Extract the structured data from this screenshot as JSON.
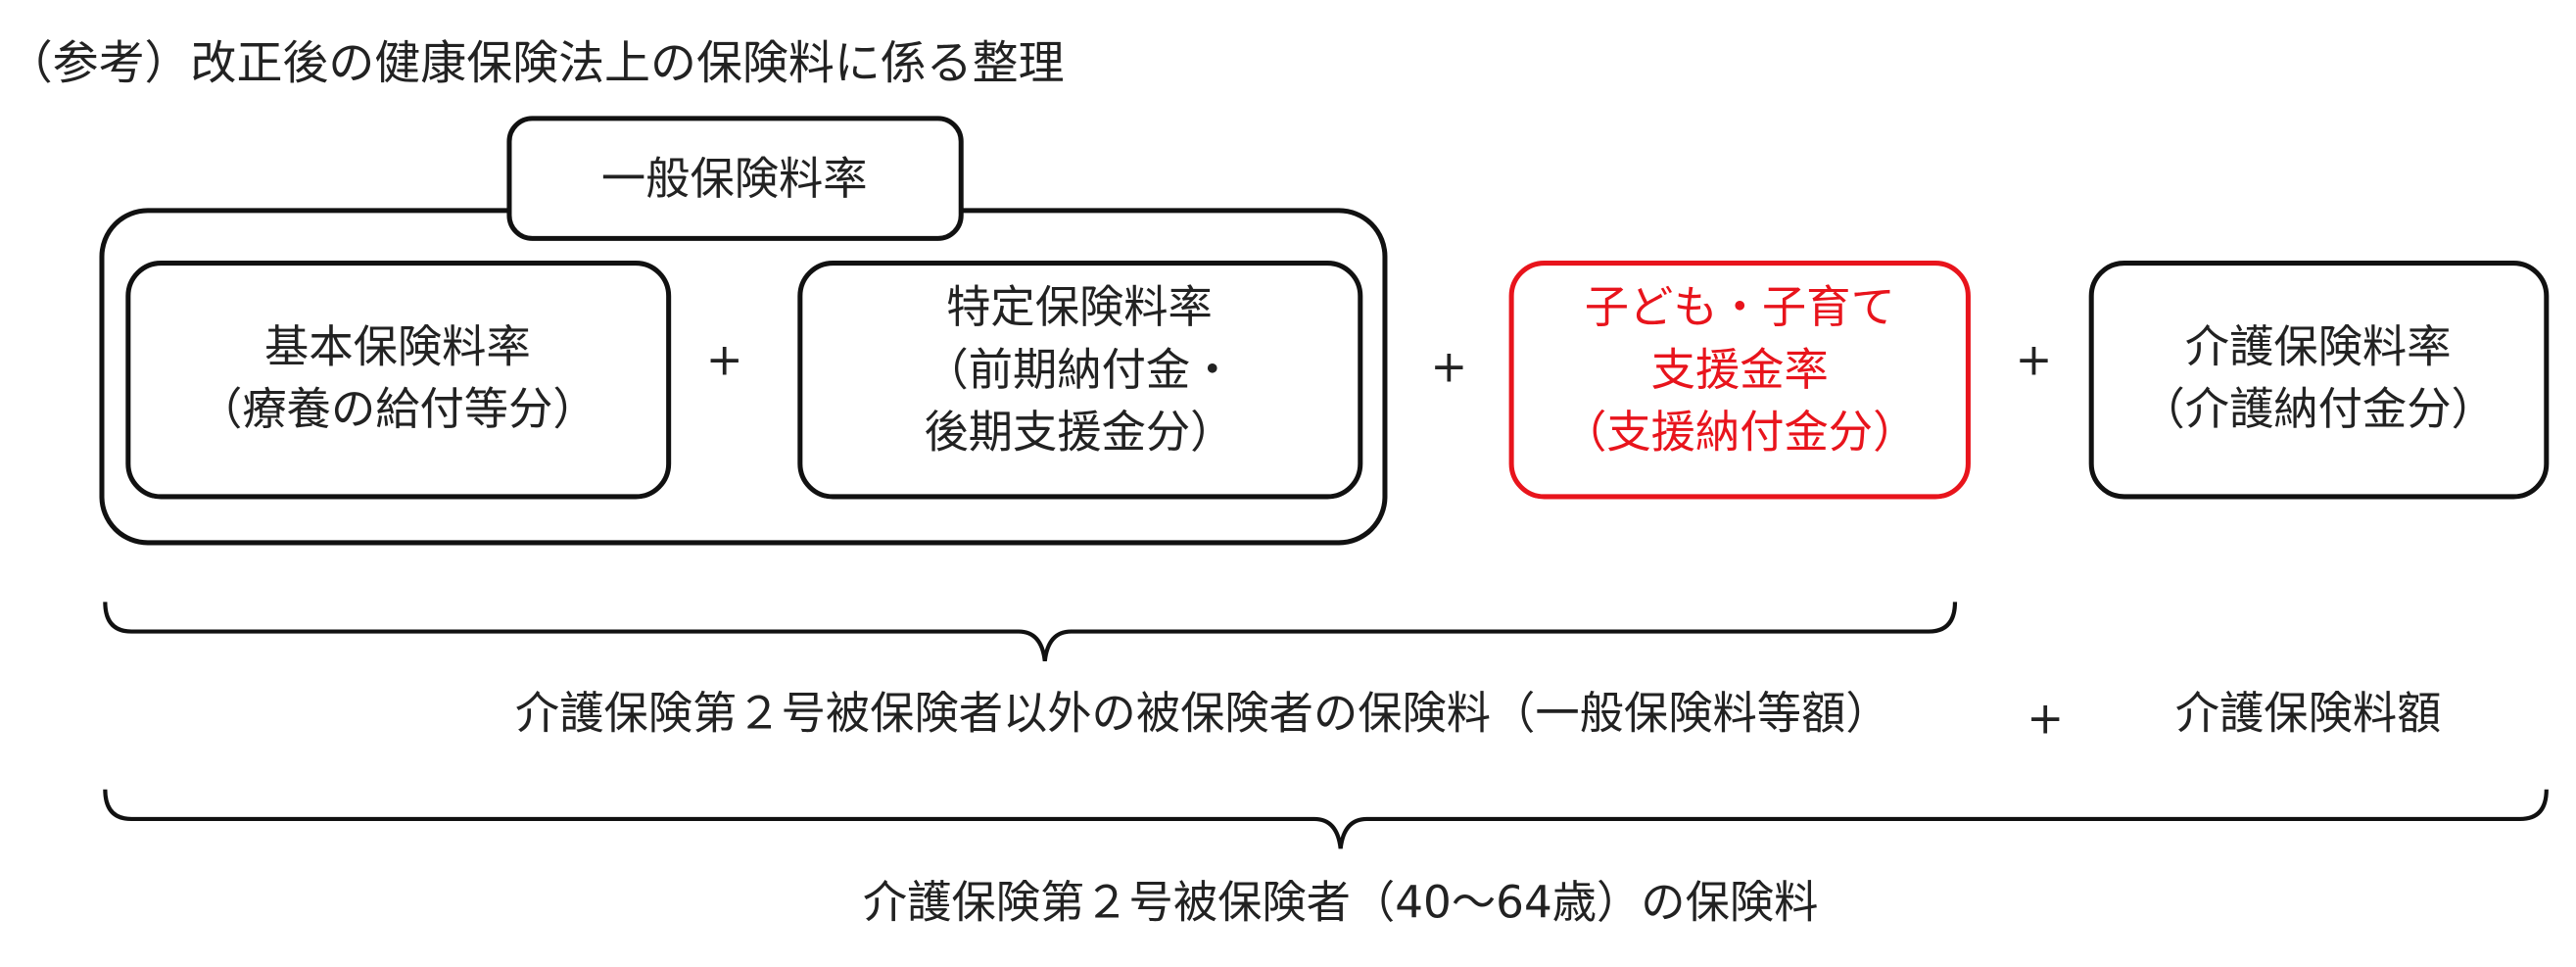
{
  "title": "（参考）改正後の健康保険法上の保険料に係る整理",
  "general_rate_label": "一般保険料率",
  "boxes": {
    "basic": {
      "line1": "基本保険料率",
      "line2": "（療養の給付等分）"
    },
    "specific": {
      "line1": "特定保険料率",
      "line2": "（前期納付金・",
      "line3": "後期支援金分）"
    },
    "child": {
      "line1": "子ども・子育て",
      "line2": "支援金率",
      "line3": "（支援納付金分）"
    },
    "care": {
      "line1": "介護保険料率",
      "line2": "（介護納付金分）"
    }
  },
  "operators": {
    "plus": "+"
  },
  "brace1_label": "介護保険第２号被保険者以外の被保険者の保険料（一般保険料等額）",
  "care_amount_label": "介護保険料額",
  "brace2_label": "介護保険第２号被保険者（40～64歳）の保険料",
  "colors": {
    "highlight": "#e8141c",
    "line": "#111111"
  }
}
